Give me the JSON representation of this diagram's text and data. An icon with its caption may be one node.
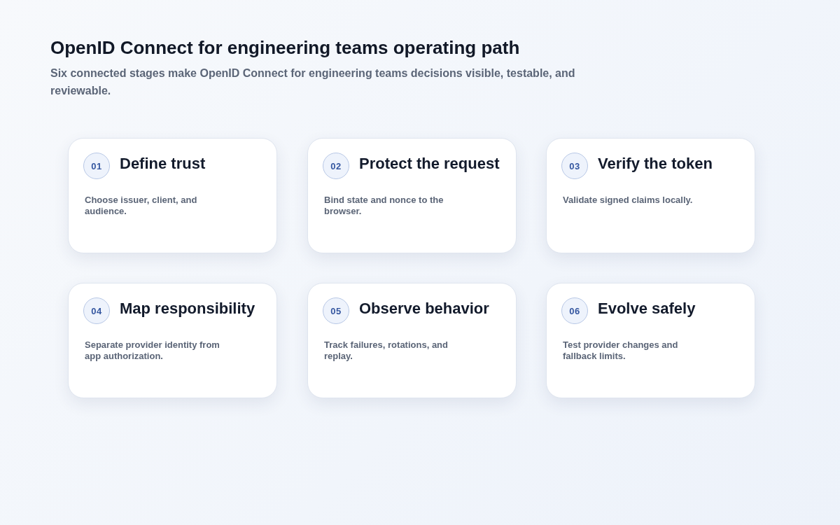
{
  "diagram": {
    "title": "OpenID Connect for engineering teams operating path",
    "nodes": [
      {
        "text": [
          "Define trust",
          "Choose issuer, client, and audience."
        ]
      },
      {
        "text": [
          "01"
        ],
        "in": 0
      },
      {
        "text": [
          "Protect the request",
          "Bind state and nonce to the browser."
        ]
      },
      {
        "text": [
          "02"
        ],
        "in": 2
      },
      {
        "text": [
          "Verify the token",
          "Validate signed claims locally."
        ]
      },
      {
        "text": [
          "03"
        ],
        "in": 4
      },
      {
        "text": [
          "Map responsibility",
          "Separate provider identity from app authorization."
        ]
      },
      {
        "text": [
          "04"
        ],
        "in": 6
      },
      {
        "text": [
          "Observe behavior",
          "Track failures, rotations, and replay."
        ]
      },
      {
        "text": [
          "05"
        ],
        "in": 8
      },
      {
        "text": [
          "Evolve safely",
          "Test provider changes and fallback limits."
        ]
      },
      {
        "text": [
          "06"
        ],
        "in": 10
      }
    ],
    "labels": [
      "Six connected stages make OpenID Connect for engineering teams decisions visible, testable, and reviewable."
    ]
  }
}
